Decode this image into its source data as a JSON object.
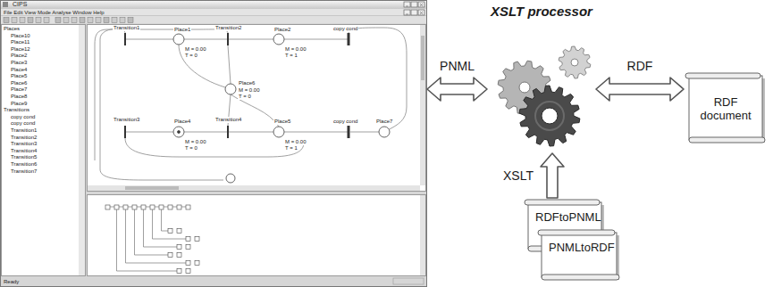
{
  "diagram": {
    "nodes": [
      {
        "text": [
          "CIPS"
        ]
      },
      {
        "text": [
          "XSLT processor"
        ]
      },
      {
        "text": [
          "RDF document"
        ]
      },
      {
        "text": [
          "RDFtoPNML"
        ]
      },
      {
        "text": [
          "PNMLtoRDF"
        ]
      }
    ],
    "edges": [
      {
        "from": 0,
        "to": 1,
        "label": "PNML",
        "arrow": "both"
      },
      {
        "from": 1,
        "to": 2,
        "label": "RDF",
        "arrow": "both"
      },
      {
        "from": 3,
        "to": 1,
        "label": "XSLT",
        "arrow": "to"
      }
    ],
    "labels": [
      "File Edit View Mode Analyse Window Help",
      "Places",
      "Place10",
      "Place11",
      "Place12",
      "Place2",
      "Place3",
      "Place4",
      "Place5",
      "Place6",
      "Place7",
      "Place8",
      "Place9",
      "Transitions",
      "copy cond",
      "copy cond",
      "Transition1",
      "Transition2",
      "Transition3",
      "Transition4",
      "Transition5",
      "Transition6",
      "Transition7",
      "Transition1",
      "Place1",
      "M = 0.00",
      "T = 0",
      "Transition2",
      "Place2",
      "M = 0.00",
      "T = 1",
      "copy cond",
      "Place6",
      "M = 0.00",
      "T = 0",
      "Transition3",
      "Place4",
      "M = 0.00",
      "T = 0",
      "Transition4",
      "Place5",
      "M = 0.00",
      "T = 1",
      "copy cond",
      "Place7",
      "Ready"
    ]
  }
}
